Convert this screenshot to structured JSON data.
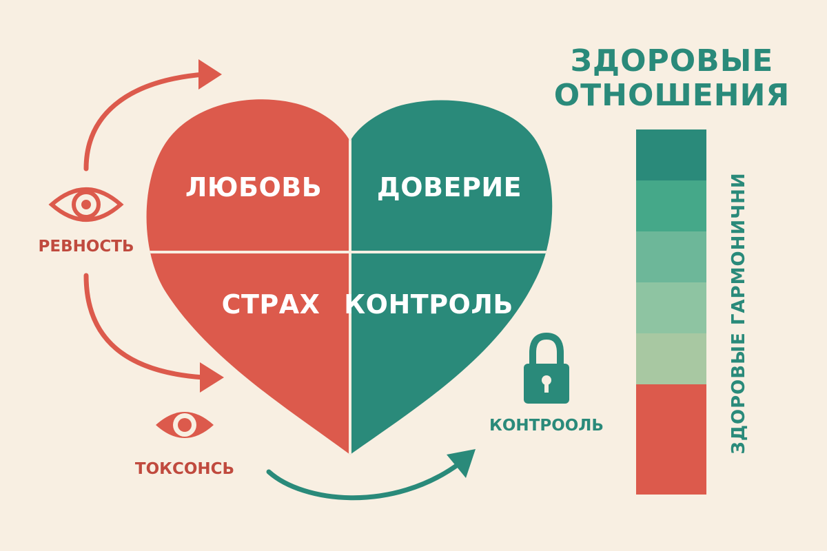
{
  "title": {
    "line1": "ЗДОРОВЫЕ",
    "line2": "ОТНОШЕНИЯ"
  },
  "heart": {
    "quadrants": [
      {
        "label": "ЛЮБОВЬ",
        "color": "#dc5a4c"
      },
      {
        "label": "ДОВЕРИЕ",
        "color": "#2a8a7a"
      },
      {
        "label": "СТРАХ",
        "color": "#dc5a4c"
      },
      {
        "label": "КОНТРОЛЬ",
        "color": "#2a8a7a"
      }
    ]
  },
  "left_labels": {
    "jealousy": "РЕВНОСТЬ",
    "toxic": "ТОКСОНСЬ"
  },
  "right_labels": {
    "control": "КОНТРООЛЬ"
  },
  "scale": {
    "label": "ЗДОРОВЫЕ ГАРМОНИЧНИ",
    "segments": [
      "#2a8a7a",
      "#45a889",
      "#6db799",
      "#8ec4a2",
      "#a8c8a2",
      "#dc5a4c"
    ]
  },
  "colors": {
    "background": "#f8efe2",
    "red": "#dc5a4c",
    "teal": "#2a8a7a"
  },
  "icons": [
    "eye-icon",
    "eye-icon",
    "lock-icon",
    "arrow-icon"
  ]
}
